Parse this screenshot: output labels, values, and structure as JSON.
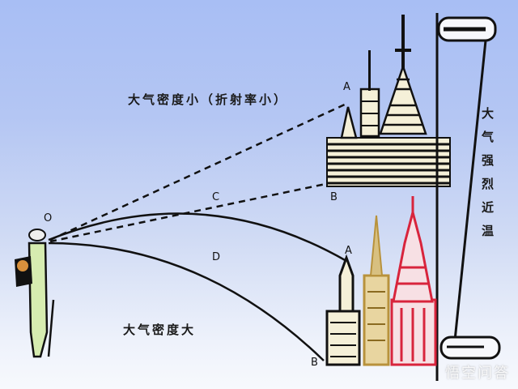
{
  "diagram": {
    "title_top": "大气密度小（折射率小）",
    "label_bottom": "大气密度大",
    "label_right_vertical": "大气强烈近温",
    "points": {
      "observer": "O",
      "upper_A": "A",
      "upper_B": "B",
      "C": "C",
      "D": "D",
      "lower_A": "A",
      "lower_B": "B"
    },
    "watermark": "悟空问答",
    "colors": {
      "sky_top": "#a8bef4",
      "sky_bottom": "#f7f9fd",
      "ink": "#111111",
      "red_building": "#d8243c",
      "gold_building": "#b8923c",
      "observer_coat": "#d6ecb0",
      "observer_bag": "#d8903c"
    }
  }
}
